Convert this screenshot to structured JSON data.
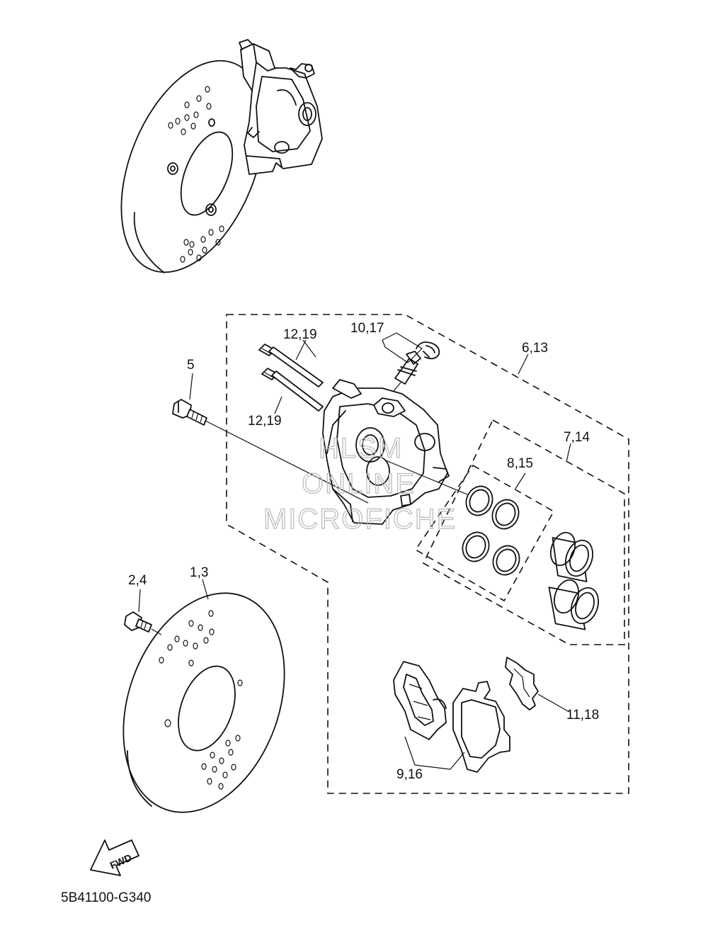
{
  "diagram": {
    "callouts": {
      "c_12_19_top": "12,19",
      "c_10_17": "10,17",
      "c_6_13": "6,13",
      "c_5": "5",
      "c_12_19_bottom": "12,19",
      "c_7_14": "7,14",
      "c_8_15": "8,15",
      "c_2_4": "2,4",
      "c_1_3": "1,3",
      "c_11_18": "11,18",
      "c_9_16": "9,16"
    },
    "watermark": {
      "line1": "HLSM",
      "line2": "ONLINE",
      "line3": "MICROFICHE"
    },
    "direction_label": "FWD",
    "diagram_code": "5B41100-G340"
  }
}
